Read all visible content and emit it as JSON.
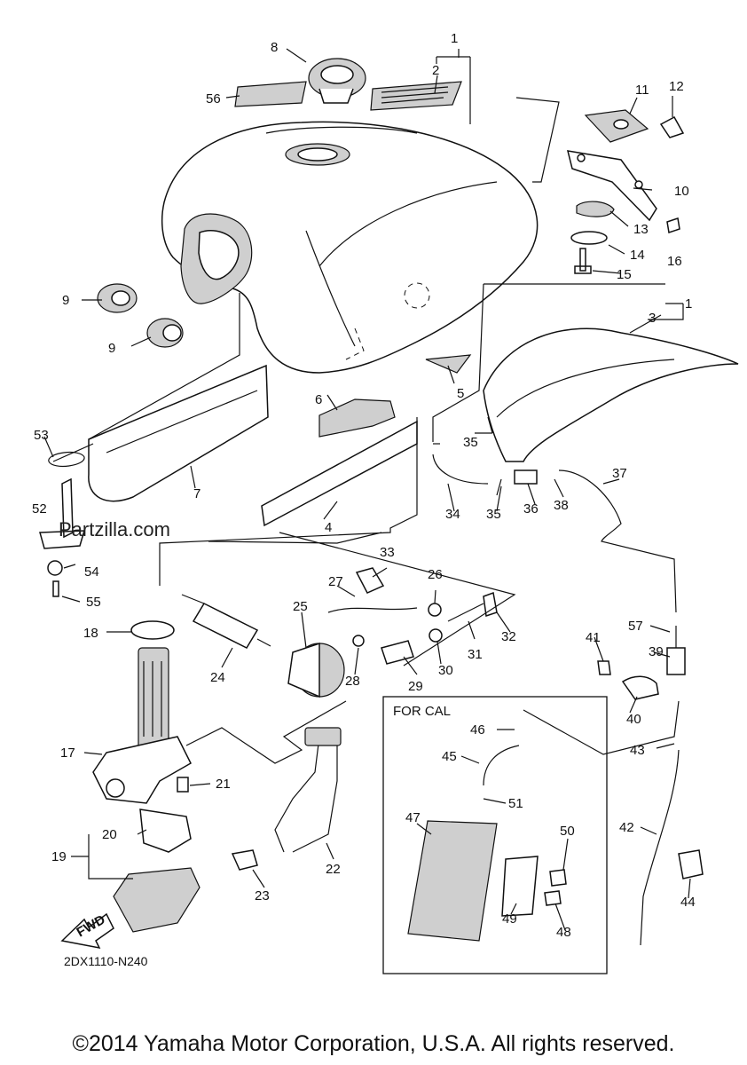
{
  "diagram": {
    "code": "2DX1110-N240",
    "inset_label": "FOR CAL",
    "fwd_label": "FWD",
    "callouts": {
      "1": "1",
      "2": "2",
      "3": "3",
      "4": "4",
      "5": "5",
      "6": "6",
      "7": "7",
      "8": "8",
      "9": "9",
      "10": "10",
      "11": "11",
      "12": "12",
      "13": "13",
      "14": "14",
      "15": "15",
      "16": "16",
      "17": "17",
      "18": "18",
      "19": "19",
      "20": "20",
      "21": "21",
      "22": "22",
      "23": "23",
      "24": "24",
      "25": "25",
      "26": "26",
      "27": "27",
      "28": "28",
      "29": "29",
      "30": "30",
      "31": "31",
      "32": "32",
      "33": "33",
      "34": "34",
      "35": "35",
      "36": "36",
      "37": "37",
      "38": "38",
      "39": "39",
      "40": "40",
      "41": "41",
      "42": "42",
      "43": "43",
      "44": "44",
      "45": "45",
      "46": "46",
      "47": "47",
      "48": "48",
      "49": "49",
      "50": "50",
      "51": "51",
      "52": "52",
      "53": "53",
      "54": "54",
      "55": "55",
      "56": "56",
      "57": "57"
    }
  },
  "watermark": "Partzilla.com",
  "copyright": "©2014 Yamaha Motor Corporation, U.S.A. All rights reserved."
}
